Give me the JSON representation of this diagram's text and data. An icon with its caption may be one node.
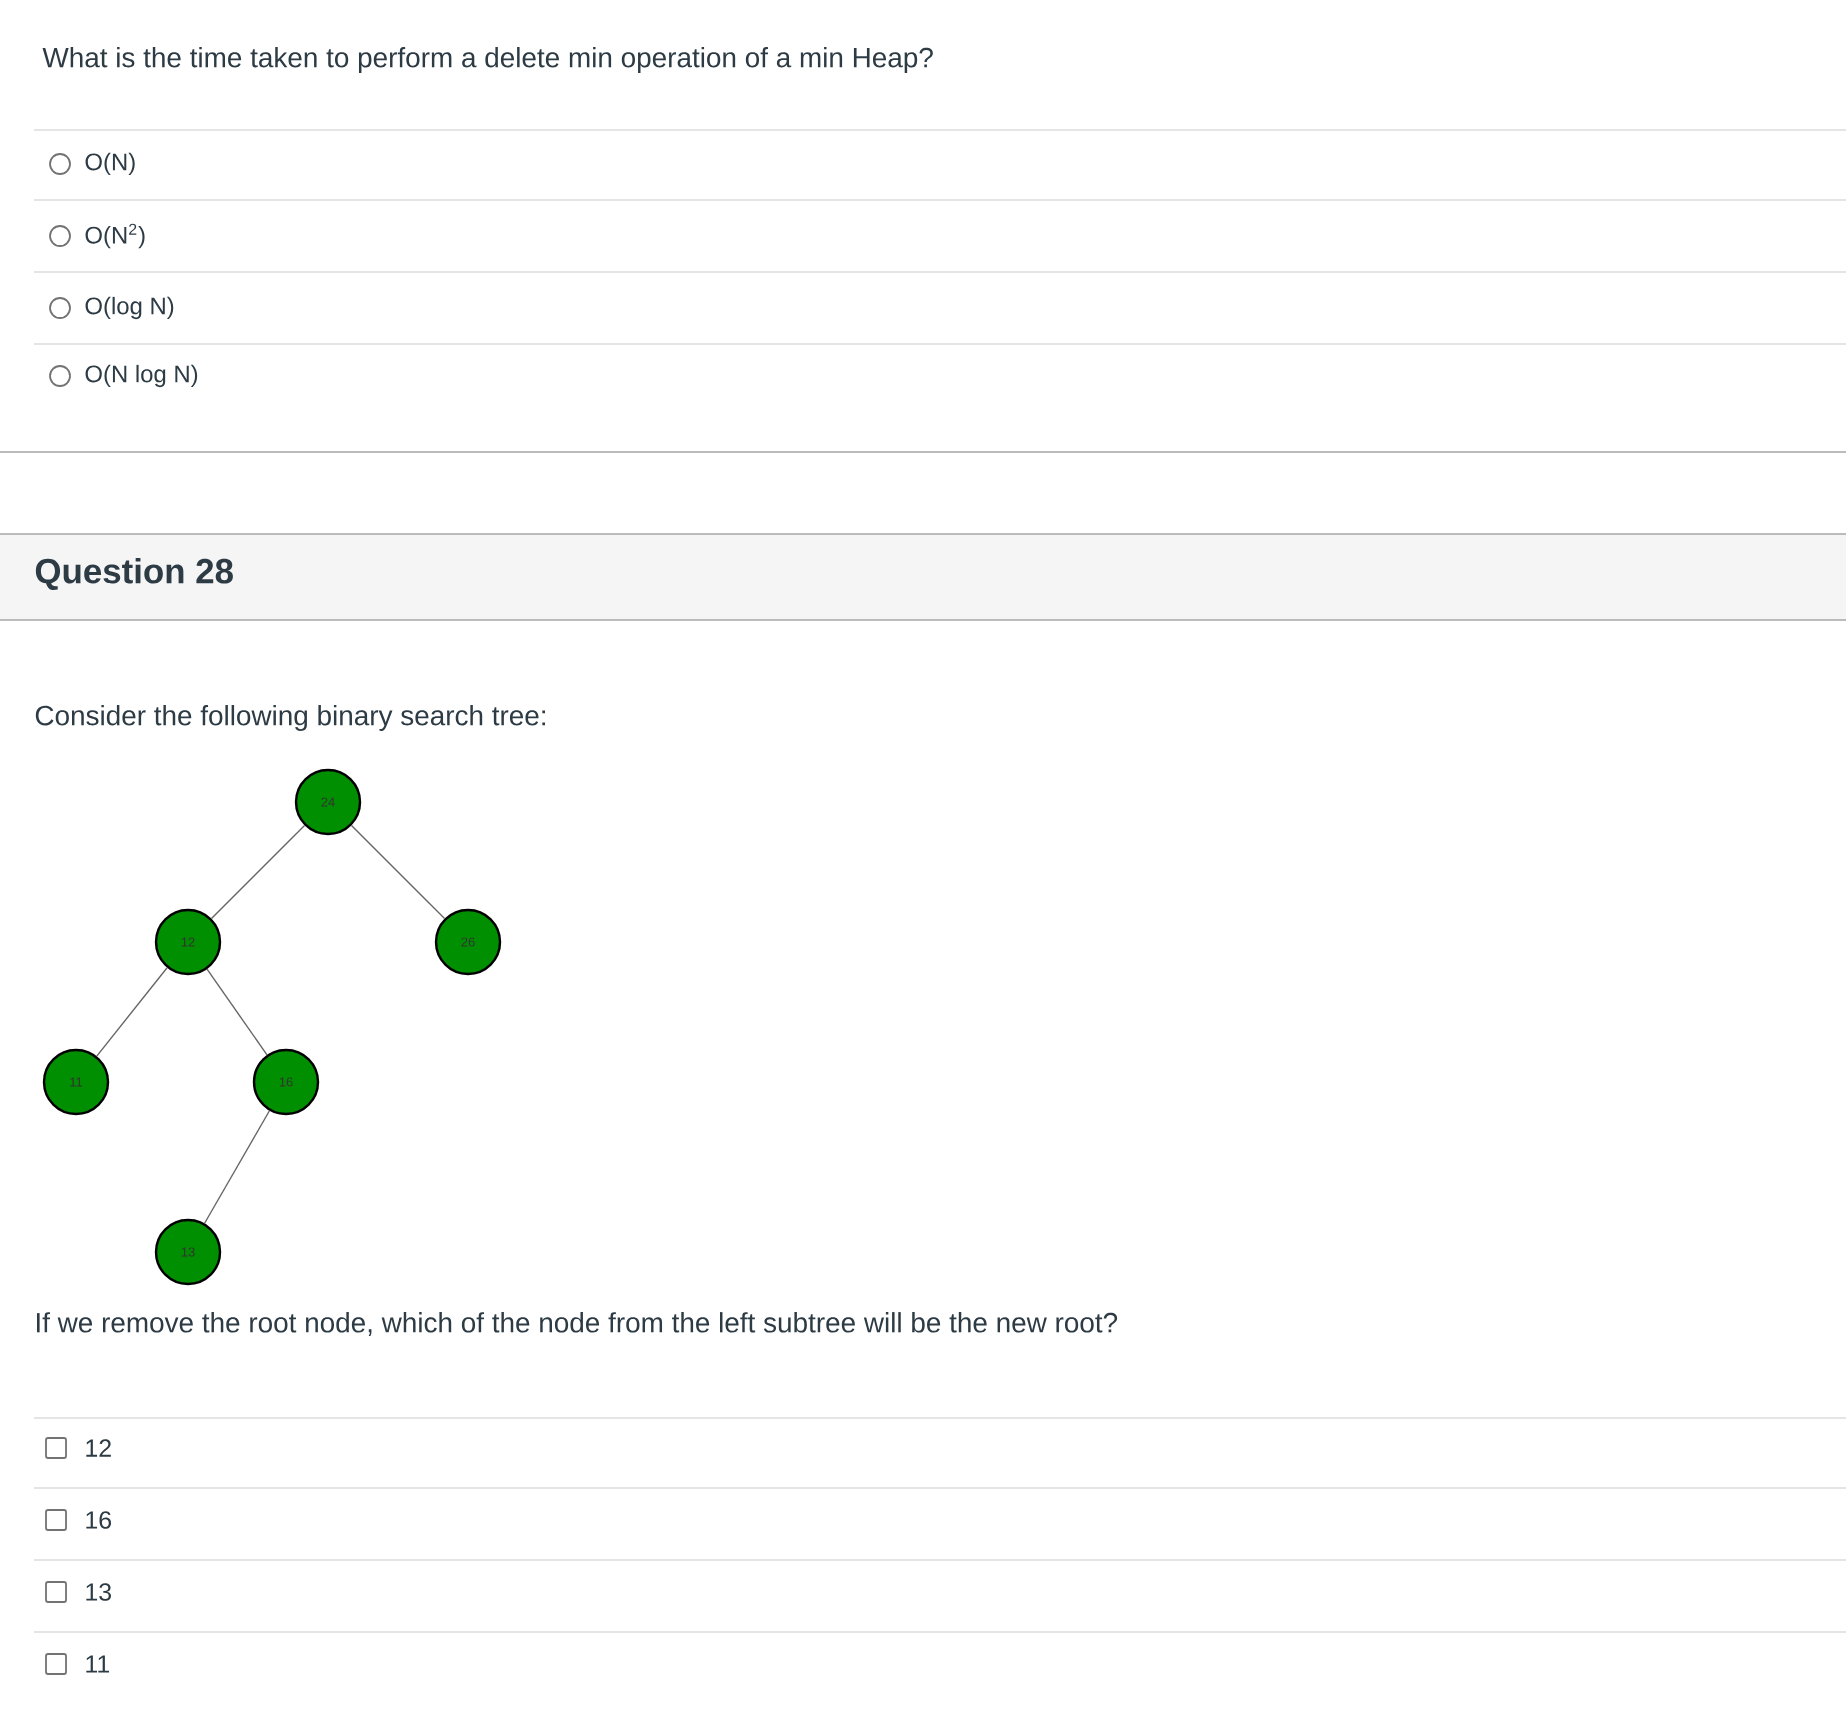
{
  "diagram": {
    "nodes": [
      {
        "text": [
          "24"
        ]
      },
      {
        "text": [
          "12"
        ]
      },
      {
        "text": [
          "26"
        ]
      },
      {
        "text": [
          "11"
        ]
      },
      {
        "text": [
          "16"
        ]
      },
      {
        "text": [
          "13"
        ]
      }
    ],
    "edges": [
      {
        "from": 0,
        "to": 1,
        "arrow": "none"
      },
      {
        "from": 0,
        "to": 2,
        "arrow": "none"
      },
      {
        "from": 1,
        "to": 3,
        "arrow": "none"
      },
      {
        "from": 1,
        "to": 4,
        "arrow": "none"
      },
      {
        "from": 4,
        "to": 5,
        "arrow": "none"
      }
    ],
    "labels": [
      "What is the time taken to perform a delete min operation of a min Heap?",
      "O(N)",
      "O(N$^{2}$)",
      "O(log N)",
      "O(N log N)",
      "Question 28",
      "Consider the following binary search tree:",
      "If we remove the root node, which of the node from the left subtree will be the new root?",
      "12",
      "16",
      "13",
      "11"
    ]
  }
}
